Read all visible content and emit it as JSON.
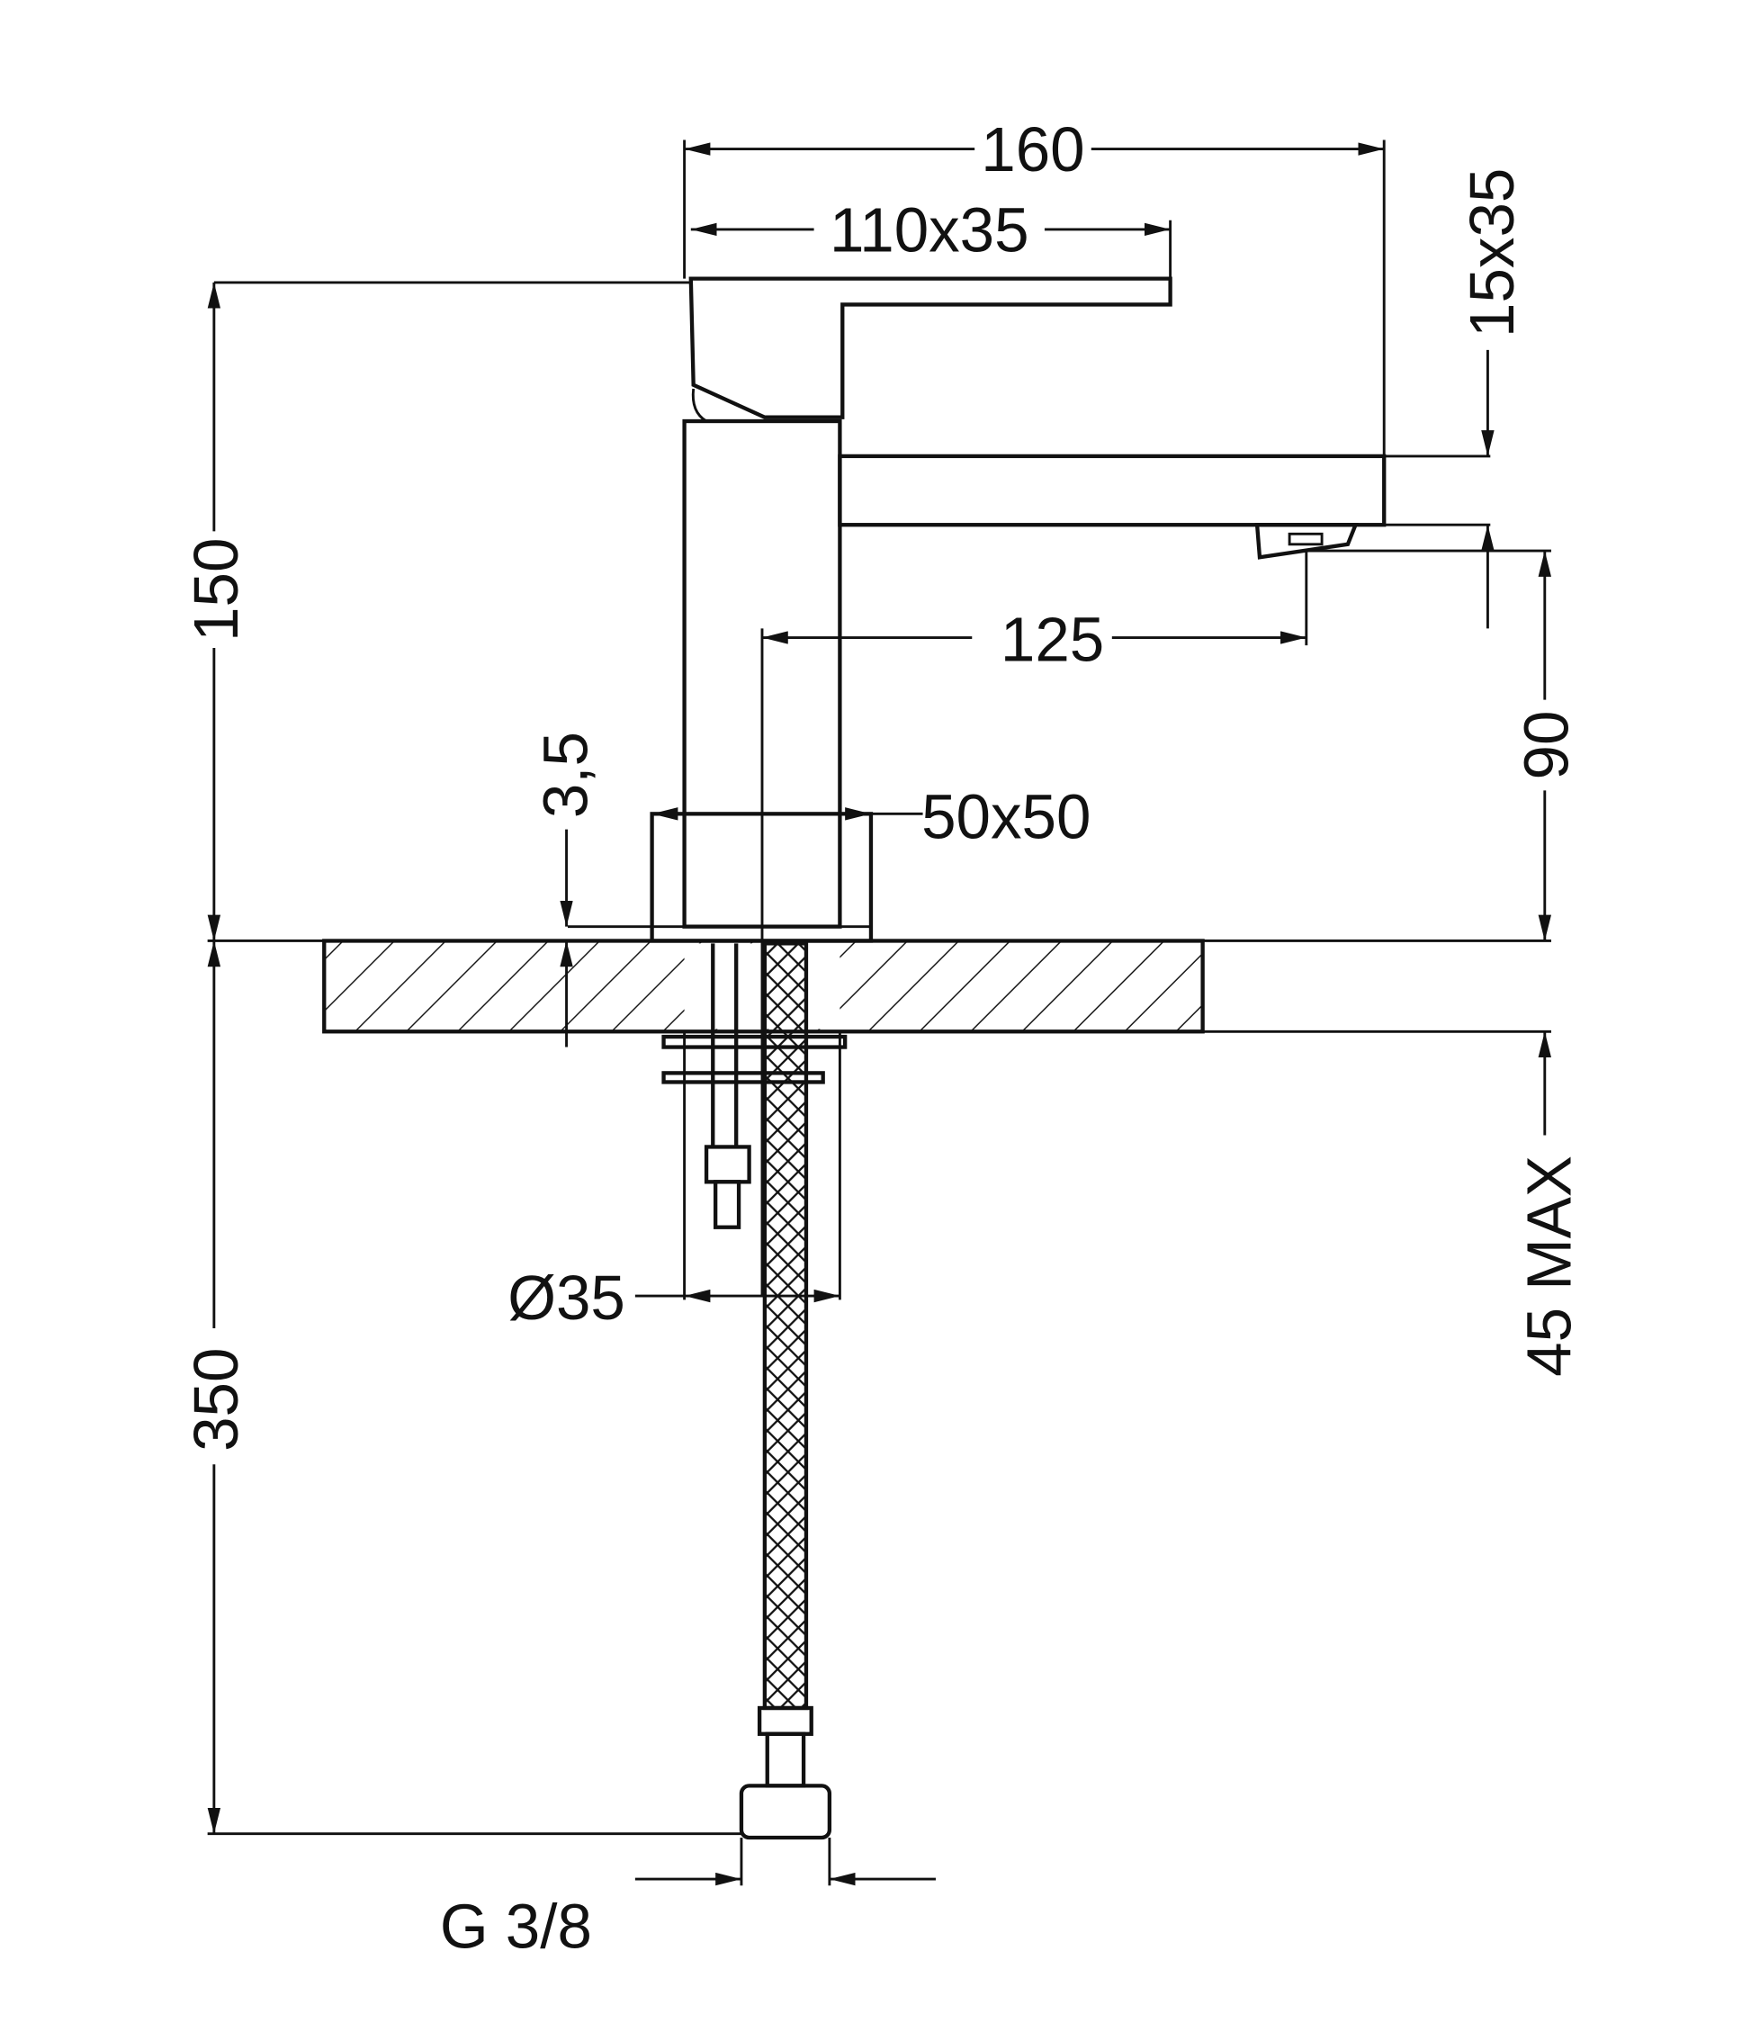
{
  "drawing": {
    "dimensions": {
      "overall_width": "160",
      "handle": "110x35",
      "spout_section": "15x35",
      "spout_reach": "125",
      "spout_height": "90",
      "body_height": "150",
      "base_gap": "3,5",
      "base": "50x50",
      "deck_thickness": "45 MAX",
      "hose_length": "350",
      "hole_diameter": "Ø35",
      "connection": "G 3/8"
    },
    "colors": {
      "line": "#111111",
      "background": "#ffffff"
    }
  }
}
